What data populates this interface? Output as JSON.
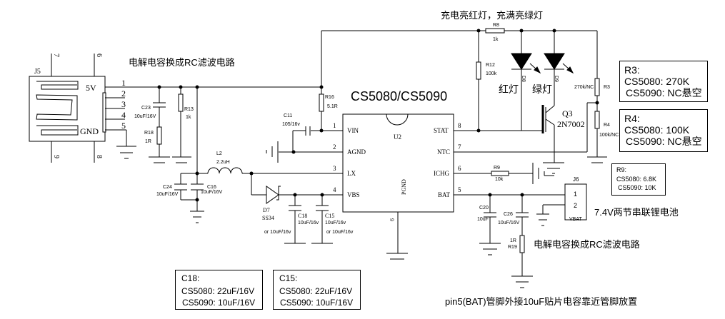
{
  "title": "CS5080/CS5090",
  "ic": {
    "ref": "U2",
    "pins_left": [
      {
        "num": "1",
        "name": "VIN"
      },
      {
        "num": "2",
        "name": "AGND"
      },
      {
        "num": "3",
        "name": "LX"
      },
      {
        "num": "4",
        "name": "VBS"
      }
    ],
    "pins_right": [
      {
        "num": "8",
        "name": "STAT"
      },
      {
        "num": "7",
        "name": "NTC"
      },
      {
        "num": "6",
        "name": "ICHG"
      },
      {
        "num": "5",
        "name": "BAT"
      }
    ],
    "bottom_pin": {
      "num": "9",
      "name": "PGND"
    }
  },
  "connector_in": {
    "ref": "J5",
    "label_5v": "5V",
    "label_gnd": "GND",
    "pins": [
      "1",
      "2",
      "3",
      "4",
      "5"
    ],
    "mount_pins": [
      "7",
      "6",
      "9",
      "8"
    ]
  },
  "connector_out": {
    "ref": "J6",
    "pins": [
      "1",
      "2"
    ],
    "label": "VBAT"
  },
  "components": {
    "C23": {
      "ref": "C23",
      "value": "10uF/16V"
    },
    "R18": {
      "ref": "R18",
      "value": "1R"
    },
    "R13": {
      "ref": "R13",
      "value": "1k"
    },
    "R16": {
      "ref": "R16",
      "value": "5.1R"
    },
    "C11": {
      "ref": "C11",
      "value": "105/16v"
    },
    "L2": {
      "ref": "L2",
      "value": "2.2uH"
    },
    "C24": {
      "ref": "C24",
      "value": "10uF/16V"
    },
    "C16": {
      "ref": "C16",
      "value": "10uF/16V"
    },
    "D7": {
      "ref": "D7",
      "value": "SS34"
    },
    "C18": {
      "ref": "C18",
      "value": "10uF/16v",
      "alt": "or 10uF/16v"
    },
    "C15": {
      "ref": "C15",
      "value": "10uF/16v",
      "alt": "or 10uF/16v"
    },
    "R8": {
      "ref": "R8",
      "value": "1k"
    },
    "R12": {
      "ref": "R12",
      "value": "100k"
    },
    "D8": {
      "ref": "D8"
    },
    "D9": {
      "ref": "D9"
    },
    "Q3": {
      "ref": "Q3",
      "value": "2N7002"
    },
    "R3": {
      "ref": "R3",
      "value": "270k/NC"
    },
    "R4": {
      "ref": "R4",
      "value": "100k/NC"
    },
    "R9": {
      "ref": "R9",
      "value": "10k"
    },
    "C20": {
      "ref": "C20",
      "value": "10uF"
    },
    "C26": {
      "ref": "C26",
      "value": "10uF/16V"
    },
    "R19": {
      "ref": "R19",
      "value": "1R"
    }
  },
  "annotations": {
    "rc_filter_top": "电解电容换成RC滤波电路",
    "led_note": "充电亮红灯，充满亮绿灯",
    "red_led": "红灯",
    "green_led": "绿灯",
    "battery": "7.4V两节串联锂电池",
    "rc_filter_bottom": "电解电容换成RC滤波电路",
    "bat_pin_note": "pin5(BAT)管脚外接10uF贴片电容靠近管脚放置"
  },
  "notes": {
    "r3": {
      "title": "R3:",
      "lines": [
        "CS5080: 270K",
        "CS5090: NC悬空"
      ]
    },
    "r4": {
      "title": "R4:",
      "lines": [
        "CS5080: 100K",
        "CS5090: NC悬空"
      ]
    },
    "r9": {
      "title": "R9:",
      "lines": [
        "CS5080: 6.8K",
        "CS5090: 10K"
      ]
    },
    "c18": {
      "title": "C18:",
      "lines": [
        "CS5080: 22uF/16V",
        "CS5090: 10uF/16V"
      ]
    },
    "c15": {
      "title": "C15:",
      "lines": [
        "CS5080: 22uF/16V",
        "CS5090: 10uF/16V"
      ]
    }
  }
}
